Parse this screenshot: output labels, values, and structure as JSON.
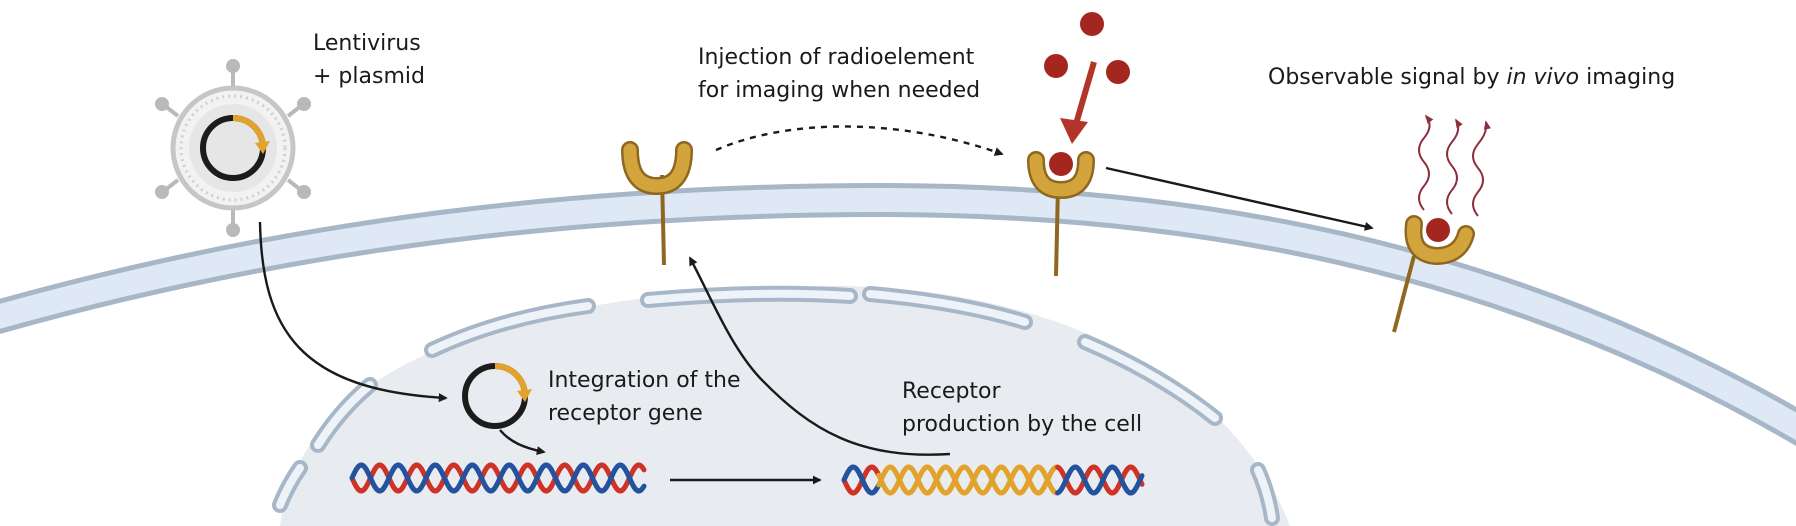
{
  "labels": {
    "lentivirus": [
      "Lentivirus",
      "+ plasmid"
    ],
    "injection": [
      "Injection of radioelement",
      "for imaging when needed"
    ],
    "signal_prefix": "Observable signal by ",
    "signal_italic": "in vivo",
    "signal_suffix": " imaging",
    "integration": [
      "Integration of the",
      "receptor gene"
    ],
    "production": [
      "Receptor",
      "production by the cell"
    ]
  },
  "colors": {
    "membrane_fill": "#dfe9f6",
    "membrane_edge": "#a7b7c8",
    "nucleus_fill": "#e8ecf1",
    "receptor": "#d4a43c",
    "receptor_stroke": "#8e6720",
    "radio_particle": "#a3271f",
    "arrow_red": "#b3352a",
    "dna_red": "#cf3226",
    "dna_blue": "#24539e",
    "dna_gold": "#e2a32c",
    "signal": "#8d2f3f",
    "arrow": "#1a1a1a"
  }
}
